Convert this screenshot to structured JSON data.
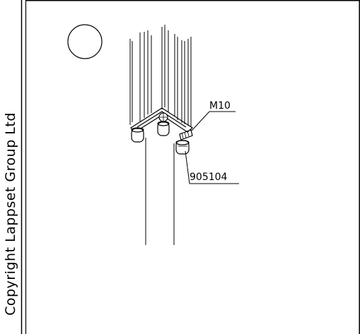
{
  "copyright": "Copyright Lappset Group Ltd",
  "labels": {
    "bolt_size": "M10",
    "part_number": "905104"
  },
  "colors": {
    "line": "#000000",
    "background": "#ffffff"
  }
}
